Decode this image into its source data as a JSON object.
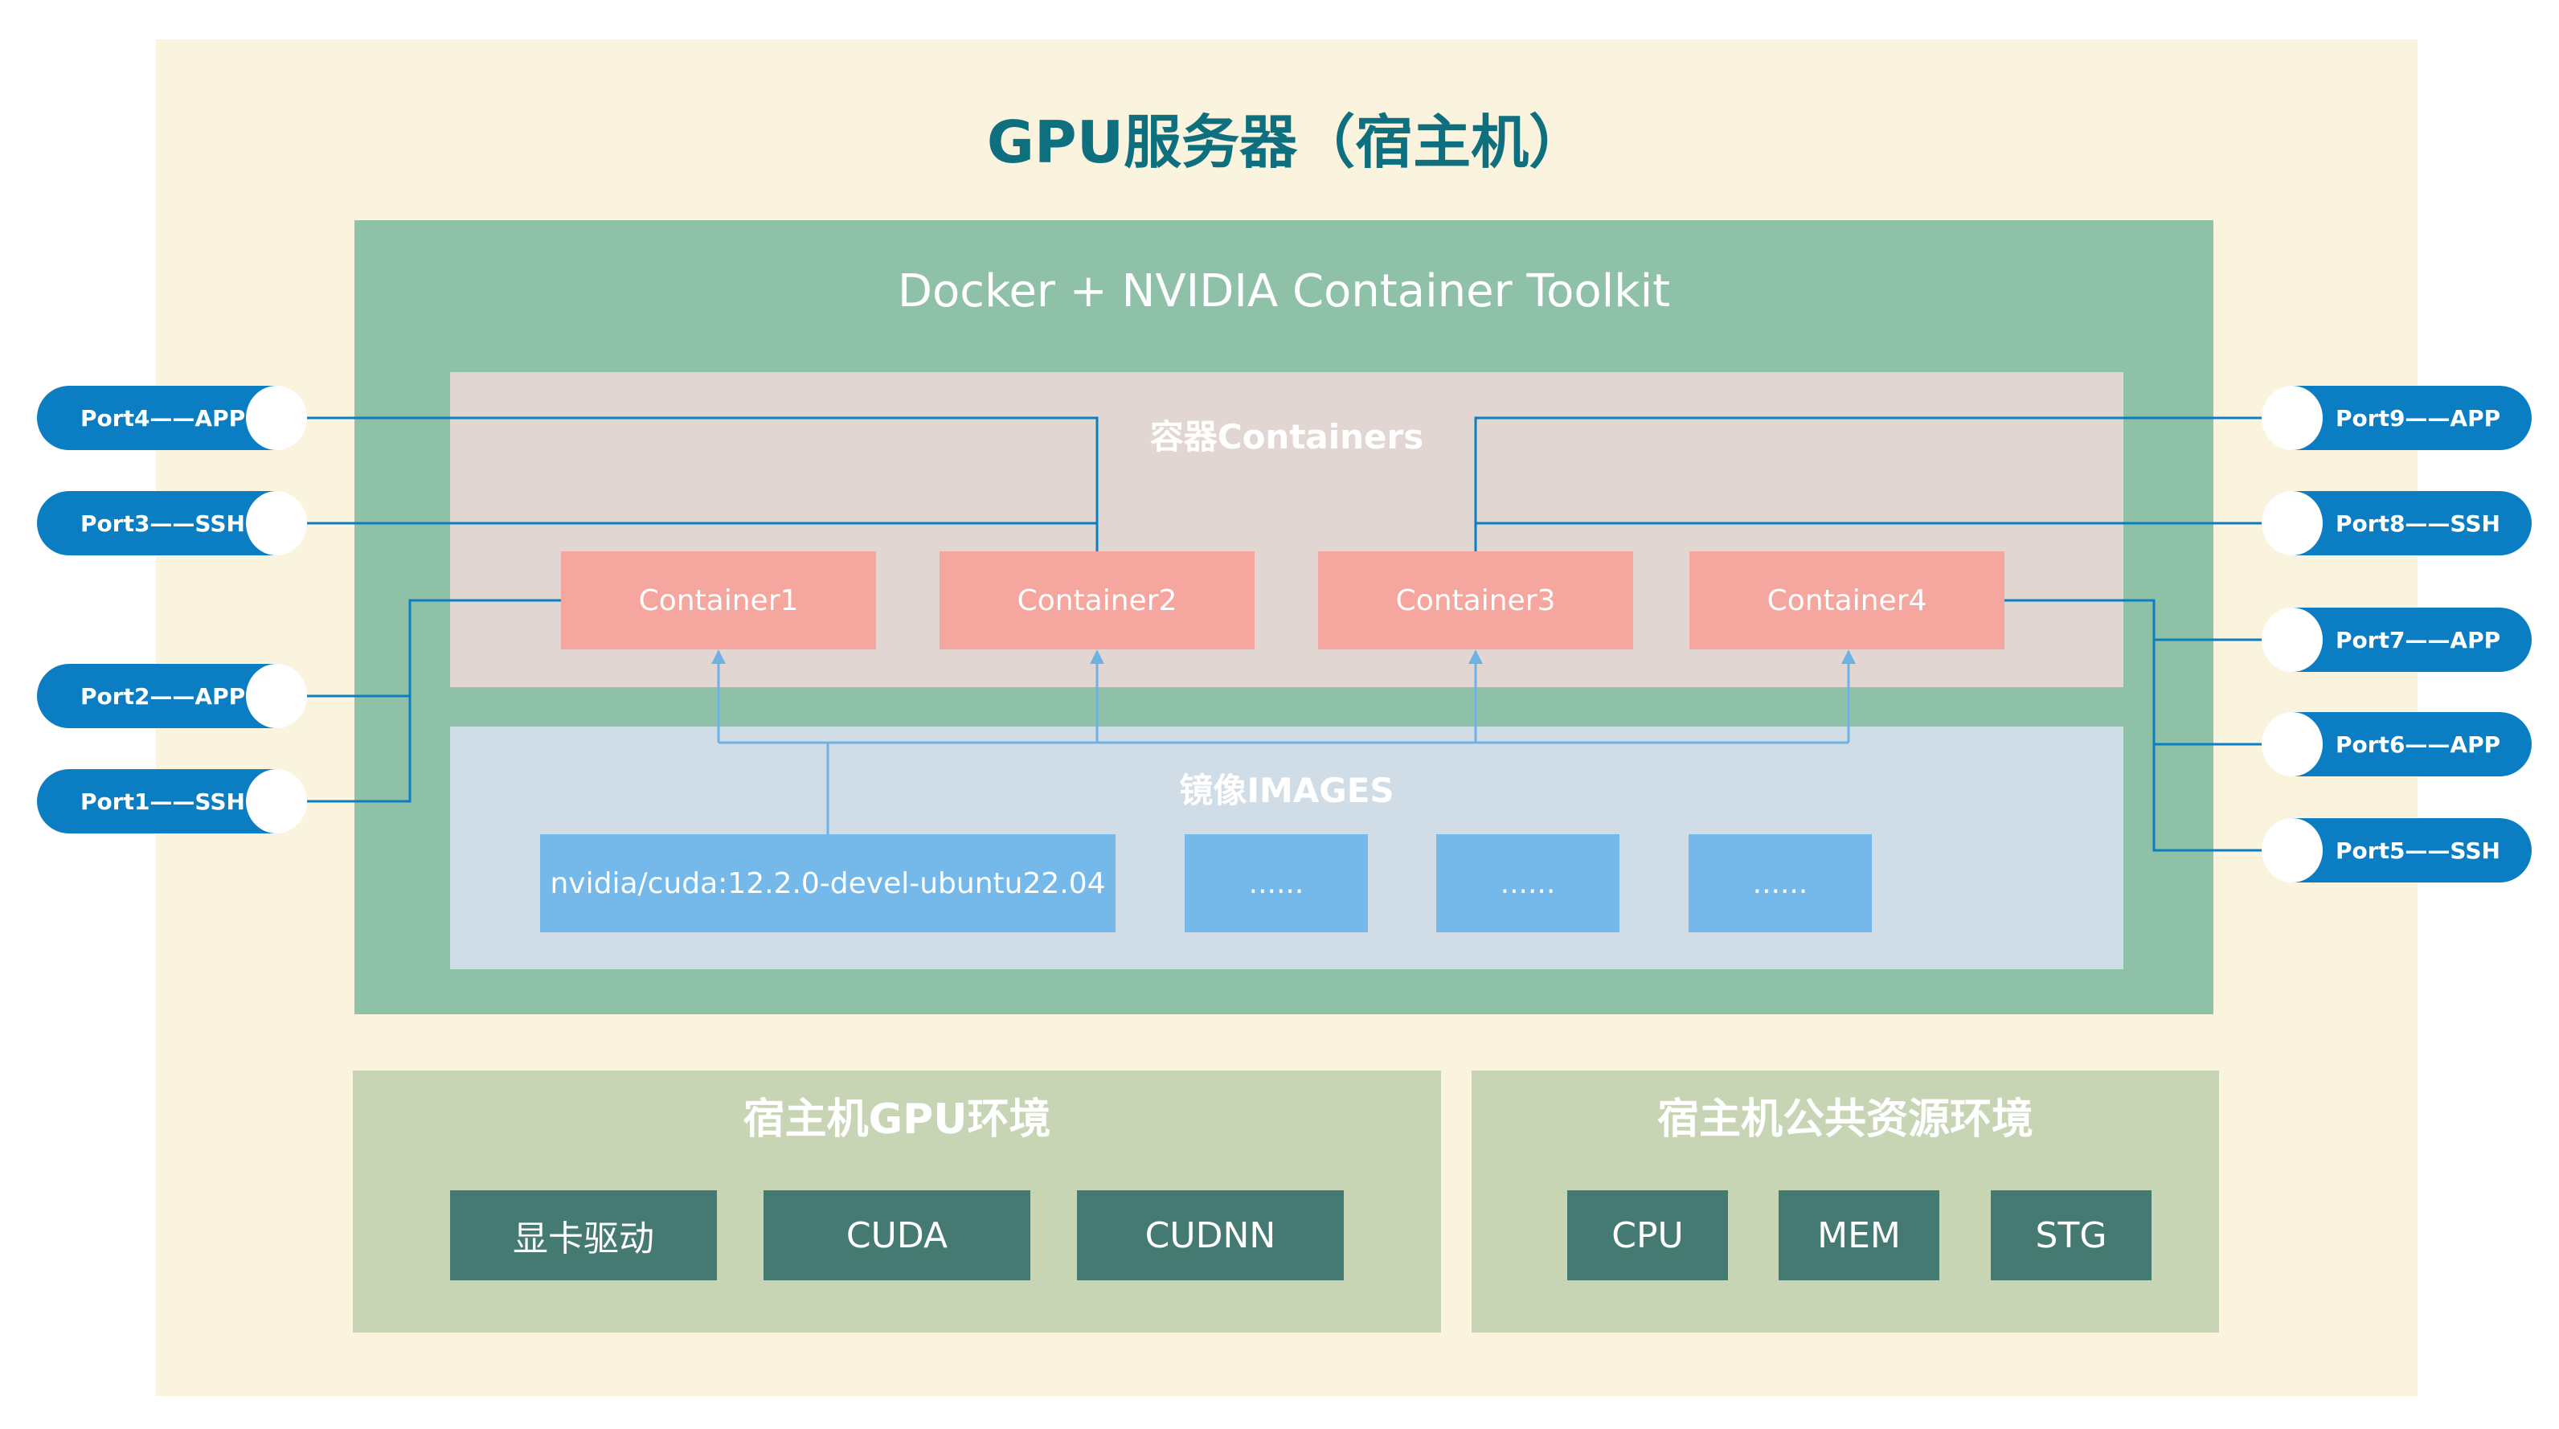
{
  "host": {
    "title": "GPU服务器（宿主机）"
  },
  "docker": {
    "title": "Docker + NVIDIA Container Toolkit"
  },
  "containers": {
    "title": "容器Containers",
    "items": [
      "Container1",
      "Container2",
      "Container3",
      "Container4"
    ]
  },
  "images": {
    "title": "镜像IMAGES",
    "items": [
      "nvidia/cuda:12.2.0-devel-ubuntu22.04",
      "......",
      "......",
      "......"
    ]
  },
  "gpu_env": {
    "title": "宿主机GPU环境",
    "items": [
      "显卡驱动",
      "CUDA",
      "CUDNN"
    ]
  },
  "common_env": {
    "title": "宿主机公共资源环境",
    "items": [
      "CPU",
      "MEM",
      "STG"
    ]
  },
  "ports_left": [
    "Port4——APP",
    "Port3——SSH",
    "Port2——APP",
    "Port1——SSH"
  ],
  "ports_right": [
    "Port9——APP",
    "Port8——SSH",
    "Port7——APP",
    "Port6——APP",
    "Port5——SSH"
  ],
  "colors": {
    "host_bg": "#faf3dd",
    "title": "#0e6f7e",
    "docker_bg": "#8fc1a9",
    "containers_bg": "#e2d6d2",
    "container_box": "#f4a69f",
    "images_bg": "#d0dde6",
    "image_box": "#74b9e9",
    "env_bg": "#c8d5b5",
    "env_box": "#457a72",
    "port": "#0b7dc3"
  }
}
